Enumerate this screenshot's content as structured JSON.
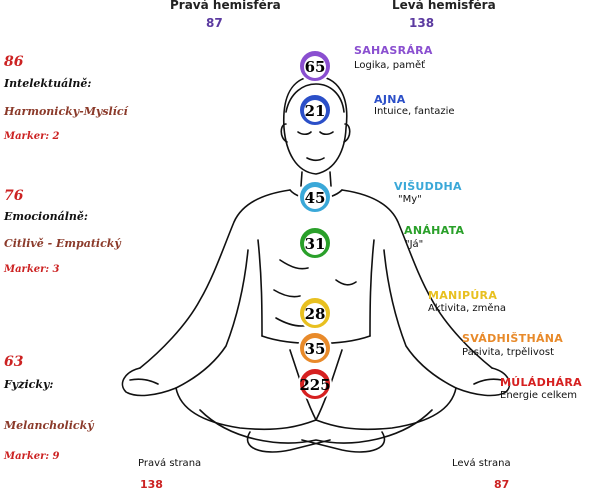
{
  "header": {
    "right_hemisphere": {
      "label": "Pravá hemisféra",
      "value": "87"
    },
    "left_hemisphere": {
      "label": "Levá hemisféra",
      "value": "138"
    }
  },
  "left_panel": [
    {
      "number": "86",
      "title": "Intelektuálně:",
      "type": "Harmonicky-Myslící",
      "marker": "Marker: 2"
    },
    {
      "number": "76",
      "title": "Emocionálně:",
      "type": "Citlivě - Empatický",
      "marker": "Marker: 3"
    },
    {
      "number": "63",
      "title": "Fyzicky:",
      "type": "Melancholický",
      "marker": "Marker: 9"
    }
  ],
  "chakras": [
    {
      "name": "SAHASRÁRA",
      "desc": "Logika, paměť",
      "value": "65",
      "color": "#8a4fd0"
    },
    {
      "name": "AJNA",
      "desc": "Intuice, fantazie",
      "value": "21",
      "color": "#2b4fc8"
    },
    {
      "name": "VIŠUDDHA",
      "desc": "\"My\"",
      "value": "45",
      "color": "#3aa8d8"
    },
    {
      "name": "ANÁHATA",
      "desc": "\"Já\"",
      "value": "31",
      "color": "#2aa02a"
    },
    {
      "name": "MANIPÚRA",
      "desc": "Aktivita, změna",
      "value": "28",
      "color": "#e8c020"
    },
    {
      "name": "SVÁDHIŠTHÁNA",
      "desc": "Pasivita, trpělivost",
      "value": "35",
      "color": "#e88a2a"
    },
    {
      "name": "MÚLÁDHÁRA",
      "desc": "Energie celkem",
      "value": "225",
      "color": "#d62020"
    }
  ],
  "footer": {
    "right_side": {
      "label": "Pravá strana",
      "value": "138"
    },
    "left_side": {
      "label": "Levá strana",
      "value": "87"
    }
  }
}
